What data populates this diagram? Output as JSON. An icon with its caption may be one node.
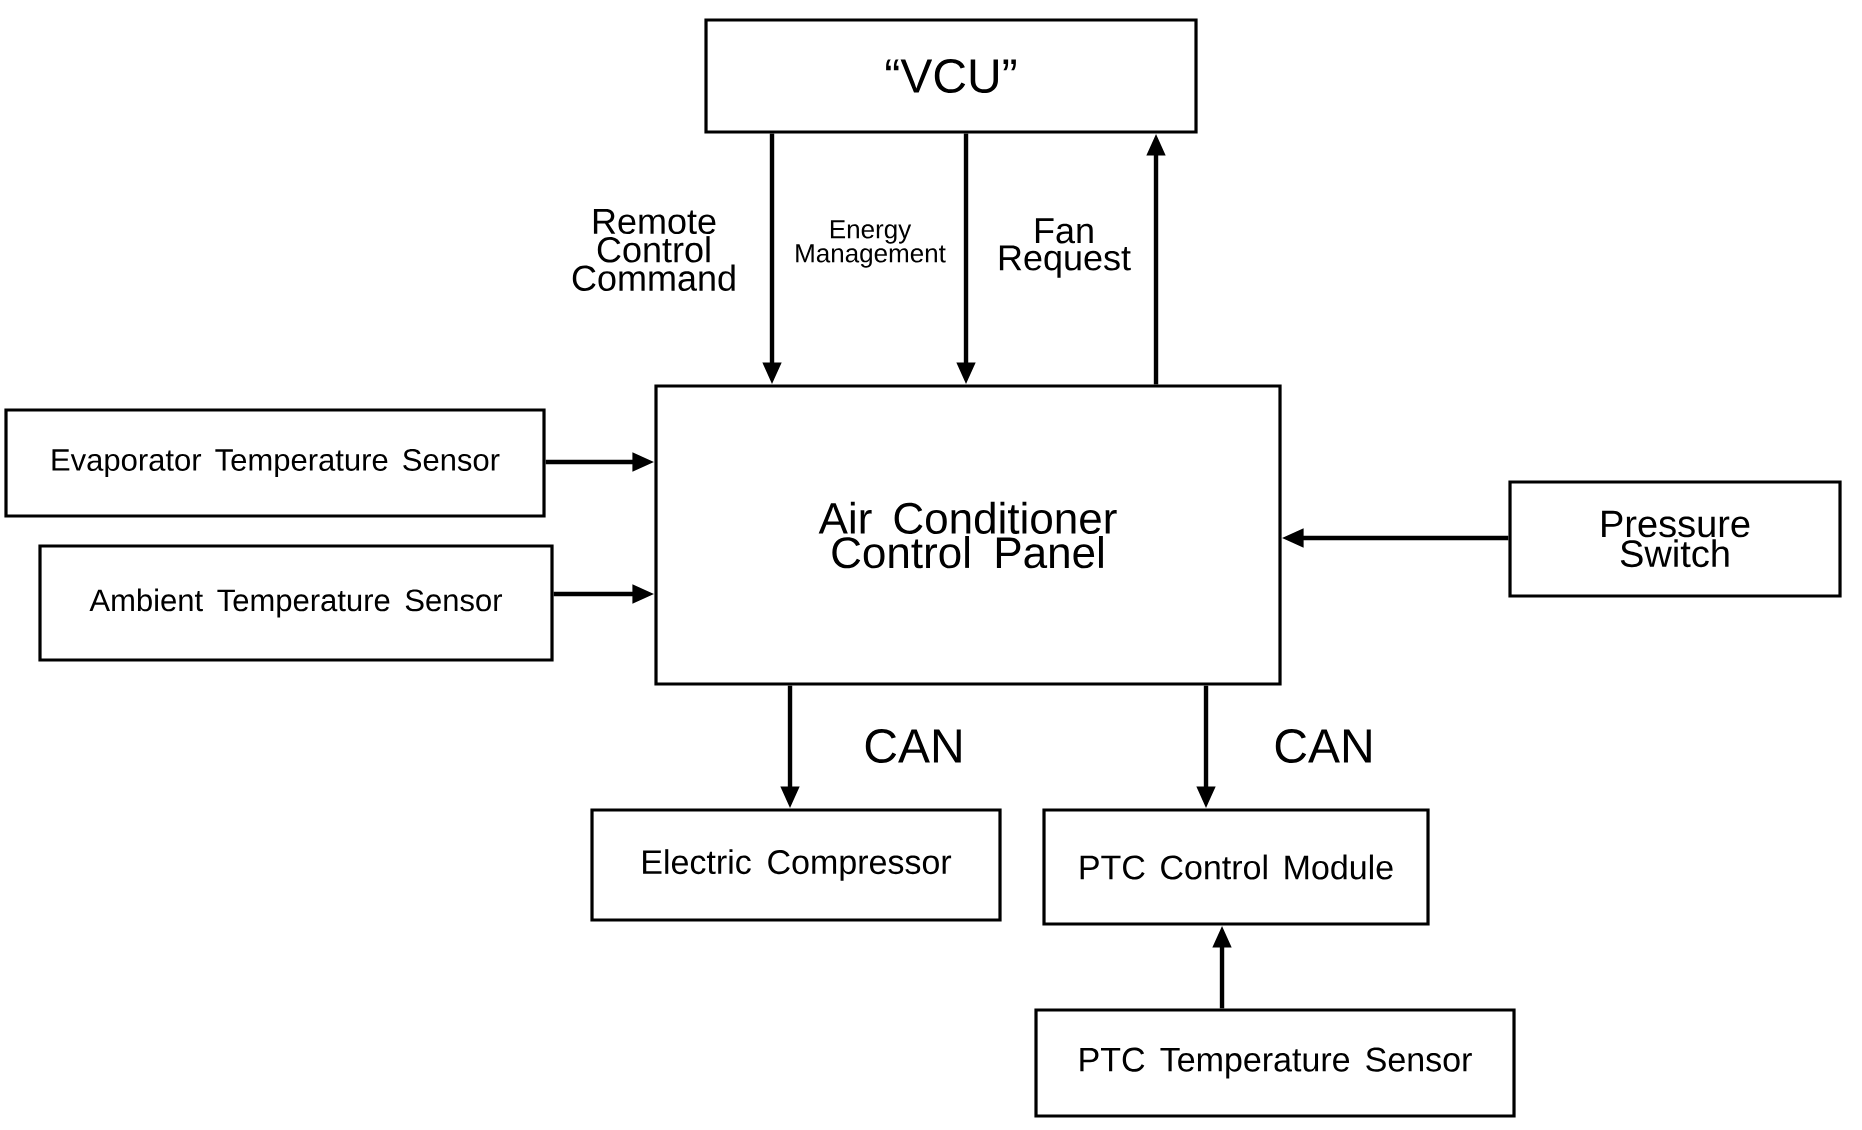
{
  "diagram": {
    "nodes": [
      {
        "text": [
          "“VCU”"
        ]
      },
      {
        "text": [
          "Air Conditioner Control Panel"
        ]
      },
      {
        "text": [
          "Evaporator Temperature Sensor"
        ]
      },
      {
        "text": [
          "Ambient Temperature Sensor"
        ]
      },
      {
        "text": [
          "Pressure Switch"
        ]
      },
      {
        "text": [
          "Electric Compressor"
        ]
      },
      {
        "text": [
          "PTC Control Module"
        ]
      },
      {
        "text": [
          "PTC Temperature Sensor"
        ]
      }
    ],
    "edges": [
      {
        "from": 0,
        "to": 1,
        "arrow": "to",
        "label": "Remote Control Command"
      },
      {
        "from": 0,
        "to": 1,
        "arrow": "to",
        "label": "Energy Management"
      },
      {
        "from": 1,
        "to": 0,
        "arrow": "to",
        "label": "Fan Request"
      },
      {
        "from": 2,
        "to": 1,
        "arrow": "to"
      },
      {
        "from": 3,
        "to": 1,
        "arrow": "to"
      },
      {
        "from": 4,
        "to": 1,
        "arrow": "to"
      },
      {
        "from": 1,
        "to": 5,
        "arrow": "to",
        "label": "CAN"
      },
      {
        "from": 1,
        "to": 6,
        "arrow": "to",
        "label": "CAN"
      },
      {
        "from": 7,
        "to": 6,
        "arrow": "to"
      }
    ]
  }
}
